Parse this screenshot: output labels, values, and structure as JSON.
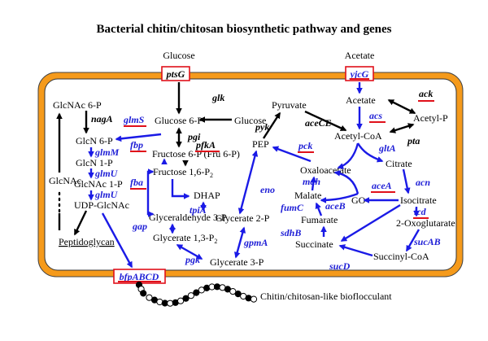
{
  "title": "Bacterial chitin/chitosan biosynthetic pathway and genes",
  "colors": {
    "cell_border": "#f59a1b",
    "gene_blue": "#1f1fd6",
    "arrow_blue": "#1a1ae6",
    "underline_red": "#e0101a",
    "black": "#000000"
  },
  "outside": {
    "glucose": "Glucose",
    "acetate": "Acetate",
    "bioflocculant": "Chitin/chitosan-like bioflocculant"
  },
  "transporters": {
    "ptsG": "ptsG",
    "yjcG": "yjcG",
    "bfpABCD": "bfpABCD"
  },
  "metabolites": {
    "glcnac6p": "GlcNAc 6-P",
    "glcn6p": "GlcN 6-P",
    "glcn1p": "GlcN 1-P",
    "glcnac1p": "GlcNAc 1-P",
    "udpglcnac": "UDP-GlcNAc",
    "glcnac": "GlcNAc",
    "peptidoglycan": "Peptidoglycan",
    "glucose6p": "Glucose 6-P",
    "glucose_in": "Glucose",
    "fructose6p_pre": "Fructose 6-P (Fru 6-P)",
    "fructose16p2": "Fructose 1,6-P",
    "dhap": "DHAP",
    "g3p": "Glyceraldehyde 3-P",
    "glycerate13p2": "Glycerate 1,3-P",
    "glycerate3p": "Glycerate 3-P",
    "glycerate2p": "Glycerate 2-P",
    "pep": "PEP",
    "pyruvate": "Pyruvate",
    "acetate_in": "Acetate",
    "acetylp": "Acetyl-P",
    "acetylcoa": "Acetyl-CoA",
    "oxaloacetate": "Oxaloacetate",
    "citrate": "Citrate",
    "malate": "Malate",
    "go": "GO",
    "isocitrate": "Isocitrate",
    "fumarate": "Fumarate",
    "oxoglutarate": "2-Oxoglutarate",
    "succinate": "Succinate",
    "succinylcoa": "Succinyl-CoA",
    "sub2": "2"
  },
  "genes": {
    "glk": "glk",
    "pgi": "pgi",
    "nagA": "nagA",
    "glmS": "glmS",
    "glmM": "glmM",
    "glmU1": "glmU",
    "glmU2": "glmU",
    "fbp": "fbp",
    "pfkA": "pfkA",
    "fba": "fba",
    "tpiA": "tpiA",
    "gap": "gap",
    "pgk": "pgk",
    "gpmA": "gpmA",
    "eno": "eno",
    "pyk": "pyk",
    "aceCE": "aceCE",
    "ack": "ack",
    "acs": "acs",
    "pta": "pta",
    "pck": "pck",
    "gltA": "gltA",
    "mdh": "mdh",
    "acn": "acn",
    "aceA": "aceA",
    "aceB": "aceB",
    "fumC": "fumC",
    "icd": "icd",
    "sdhB": "sdhB",
    "sucAB": "sucAB",
    "sucD": "sucD"
  }
}
